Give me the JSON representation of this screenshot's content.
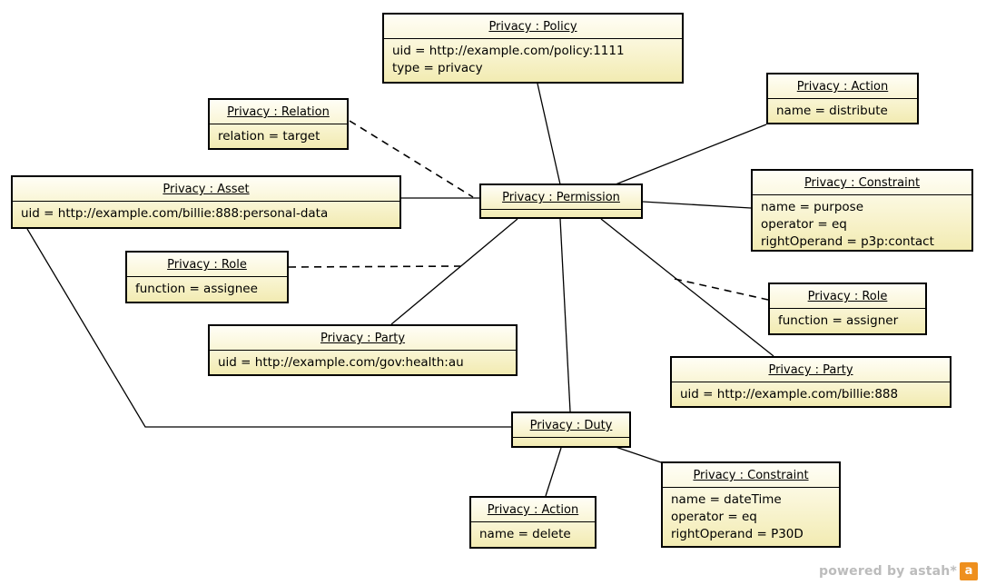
{
  "diagram": {
    "type": "uml-object-diagram",
    "background_color": "#ffffff",
    "node_fill_top": "#fffef6",
    "node_fill_bottom": "#f2ebb2",
    "node_border_color": "#000000",
    "edge_color": "#000000"
  },
  "nodes": [
    {
      "id": "policy",
      "title": "Privacy : Policy",
      "attrs": [
        "uid = http://example.com/policy:1111",
        "type = privacy"
      ]
    },
    {
      "id": "action-distribute",
      "title": "Privacy : Action",
      "attrs": [
        "name = distribute"
      ]
    },
    {
      "id": "relation",
      "title": "Privacy : Relation",
      "attrs": [
        "relation = target"
      ]
    },
    {
      "id": "constraint-purpose",
      "title": "Privacy : Constraint",
      "attrs": [
        "name = purpose",
        "operator = eq",
        "rightOperand = p3p:contact"
      ]
    },
    {
      "id": "asset",
      "title": "Privacy : Asset",
      "attrs": [
        "uid = http://example.com/billie:888:personal-data"
      ]
    },
    {
      "id": "permission",
      "title": "Privacy : Permission",
      "attrs": []
    },
    {
      "id": "role-assignee",
      "title": "Privacy : Role",
      "attrs": [
        "function = assignee"
      ]
    },
    {
      "id": "party-gov",
      "title": "Privacy : Party",
      "attrs": [
        "uid = http://example.com/gov:health:au"
      ]
    },
    {
      "id": "role-assigner",
      "title": "Privacy : Role",
      "attrs": [
        "function = assigner"
      ]
    },
    {
      "id": "party-billie",
      "title": "Privacy : Party",
      "attrs": [
        "uid = http://example.com/billie:888"
      ]
    },
    {
      "id": "duty",
      "title": "Privacy : Duty",
      "attrs": []
    },
    {
      "id": "constraint-datetime",
      "title": "Privacy : Constraint",
      "attrs": [
        "name = dateTime",
        "operator = eq",
        "rightOperand = P30D"
      ]
    },
    {
      "id": "action-delete",
      "title": "Privacy : Action",
      "attrs": [
        "name = delete"
      ]
    }
  ],
  "edges": [
    {
      "from": "policy",
      "to": "permission",
      "style": "solid"
    },
    {
      "from": "action-distribute",
      "to": "permission",
      "style": "solid"
    },
    {
      "from": "constraint-purpose",
      "to": "permission",
      "style": "solid"
    },
    {
      "from": "relation",
      "to": "asset-permission-link",
      "style": "dashed"
    },
    {
      "from": "asset",
      "to": "permission",
      "style": "solid"
    },
    {
      "from": "role-assignee",
      "to": "permission-party-gov-link",
      "style": "dashed"
    },
    {
      "from": "permission",
      "to": "party-gov",
      "style": "solid"
    },
    {
      "from": "permission",
      "to": "duty",
      "style": "solid"
    },
    {
      "from": "permission",
      "to": "party-billie",
      "style": "solid"
    },
    {
      "from": "role-assigner",
      "to": "permission-party-billie-link",
      "style": "dashed"
    },
    {
      "from": "asset",
      "to": "duty",
      "style": "solid"
    },
    {
      "from": "duty",
      "to": "action-delete",
      "style": "solid"
    },
    {
      "from": "duty",
      "to": "constraint-datetime",
      "style": "solid"
    }
  ],
  "watermark": {
    "text": "powered by astah*",
    "logo_glyph": "a",
    "logo_color": "#ee8f1e",
    "text_color": "#bcbcbc"
  }
}
